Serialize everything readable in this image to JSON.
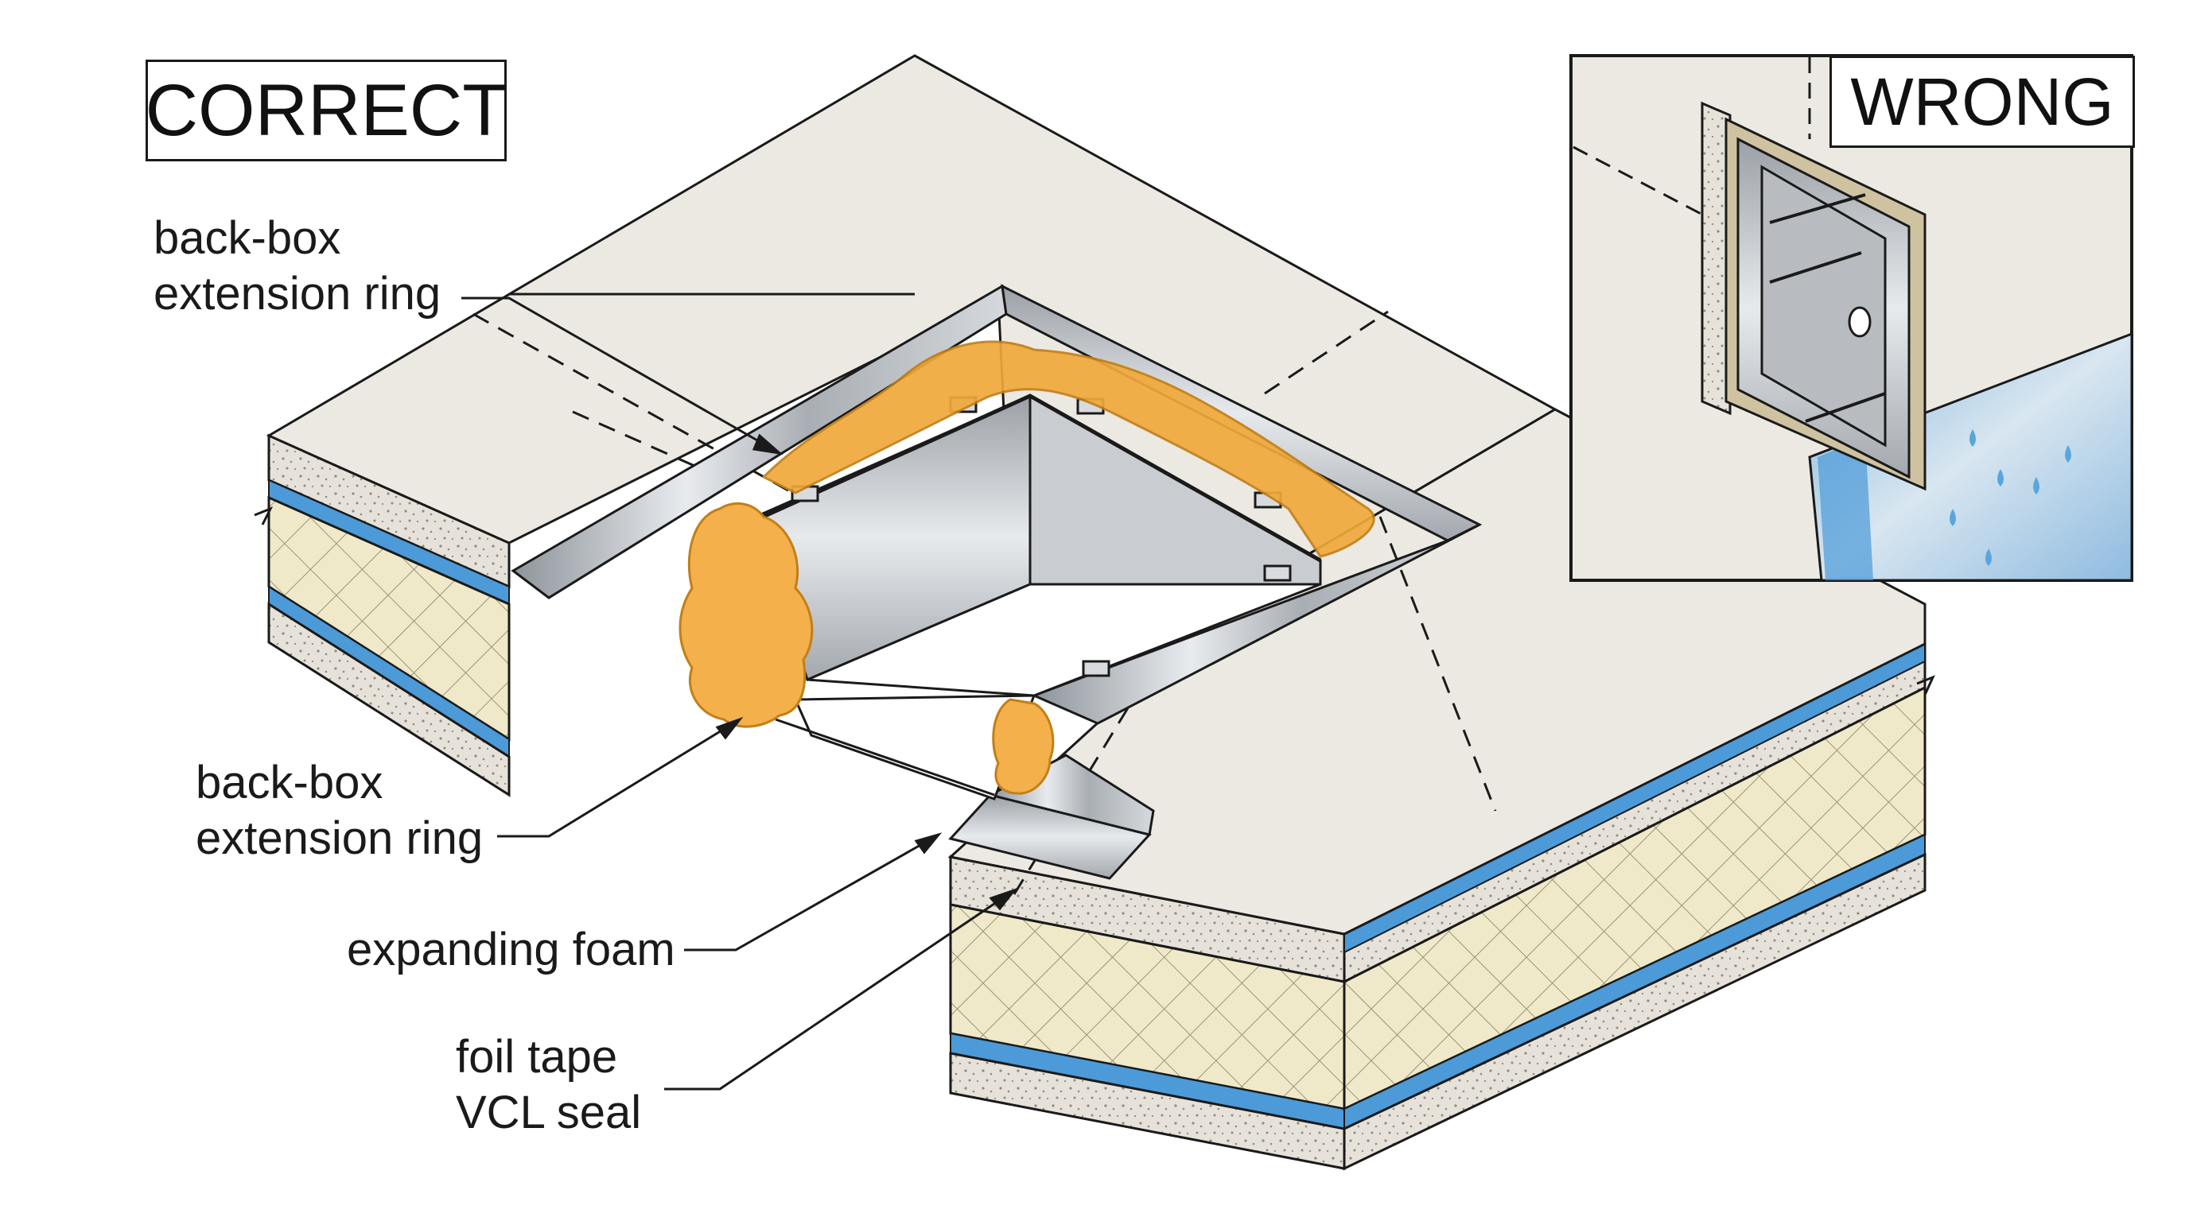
{
  "correct_tag": "CORRECT",
  "wrong_tag": "WRONG",
  "callouts": {
    "top_ring": {
      "line1": "back-box",
      "line2": "extension ring"
    },
    "mid_ring": {
      "line1": "back-box",
      "line2": "extension ring"
    },
    "foam": {
      "line1": "expanding foam"
    },
    "tape": {
      "line1": "foil tape",
      "line2": "VCL seal"
    }
  },
  "colors": {
    "board": "#ece9e2",
    "board_edge": "#d8d4cb",
    "insulation": "#efe8c8",
    "vcl_blue": "#4c9ad8",
    "foam": "#f0a93a",
    "metal": "#b8bcc1",
    "outline": "#1a1a1a"
  }
}
